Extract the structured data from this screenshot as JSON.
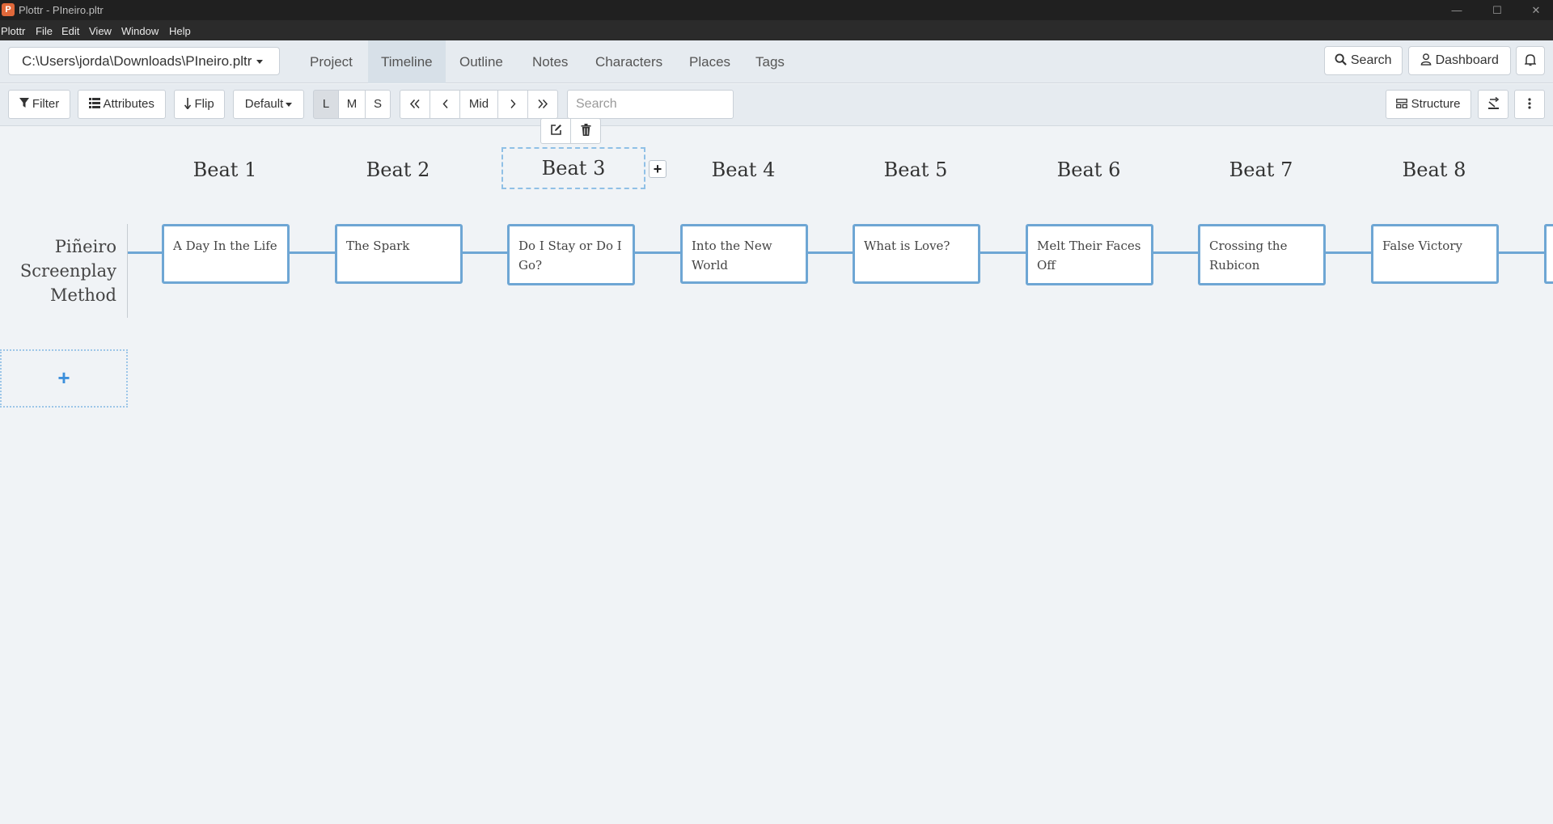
{
  "window": {
    "title": "Plottr - PIneiro.pltr",
    "app_icon": "plottr-app-icon"
  },
  "menu": [
    "Plottr",
    "File",
    "Edit",
    "View",
    "Window",
    "Help"
  ],
  "nav": {
    "file_path": "C:\\Users\\jorda\\Downloads\\PIneiro.pltr",
    "tabs": [
      "Project",
      "Timeline",
      "Outline",
      "Notes",
      "Characters",
      "Places",
      "Tags"
    ],
    "active_tab": "Timeline",
    "search_label": "Search",
    "dashboard_label": "Dashboard"
  },
  "toolbar": {
    "filter_label": "Filter",
    "attributes_label": "Attributes",
    "flip_label": "Flip",
    "default_label": "Default",
    "sizes": [
      "L",
      "M",
      "S"
    ],
    "active_size": "L",
    "mid_label": "Mid",
    "search_placeholder": "Search",
    "structure_label": "Structure"
  },
  "beats": [
    "Beat 1",
    "Beat 2",
    "Beat 3",
    "Beat 4",
    "Beat 5",
    "Beat 6",
    "Beat 7",
    "Beat 8"
  ],
  "selected_beat": "Beat 3",
  "plotline": {
    "label_lines": [
      "Piñeiro",
      "Screenplay",
      "Method"
    ],
    "cards": [
      {
        "lines": [
          "A Day In the Life"
        ]
      },
      {
        "lines": [
          "The Spark"
        ]
      },
      {
        "lines": [
          "Do I Stay or Do I",
          "Go?"
        ]
      },
      {
        "lines": [
          "Into the New World"
        ]
      },
      {
        "lines": [
          "What is Love?"
        ]
      },
      {
        "lines": [
          "Melt Their Faces",
          "Off"
        ]
      },
      {
        "lines": [
          "Crossing the",
          "Rubicon"
        ]
      },
      {
        "lines": [
          "False Victory"
        ]
      }
    ]
  },
  "colors": {
    "accent": "#6ea6d4",
    "add_plus": "#3c8fdb",
    "selected_dashed": "#90c0e6"
  }
}
